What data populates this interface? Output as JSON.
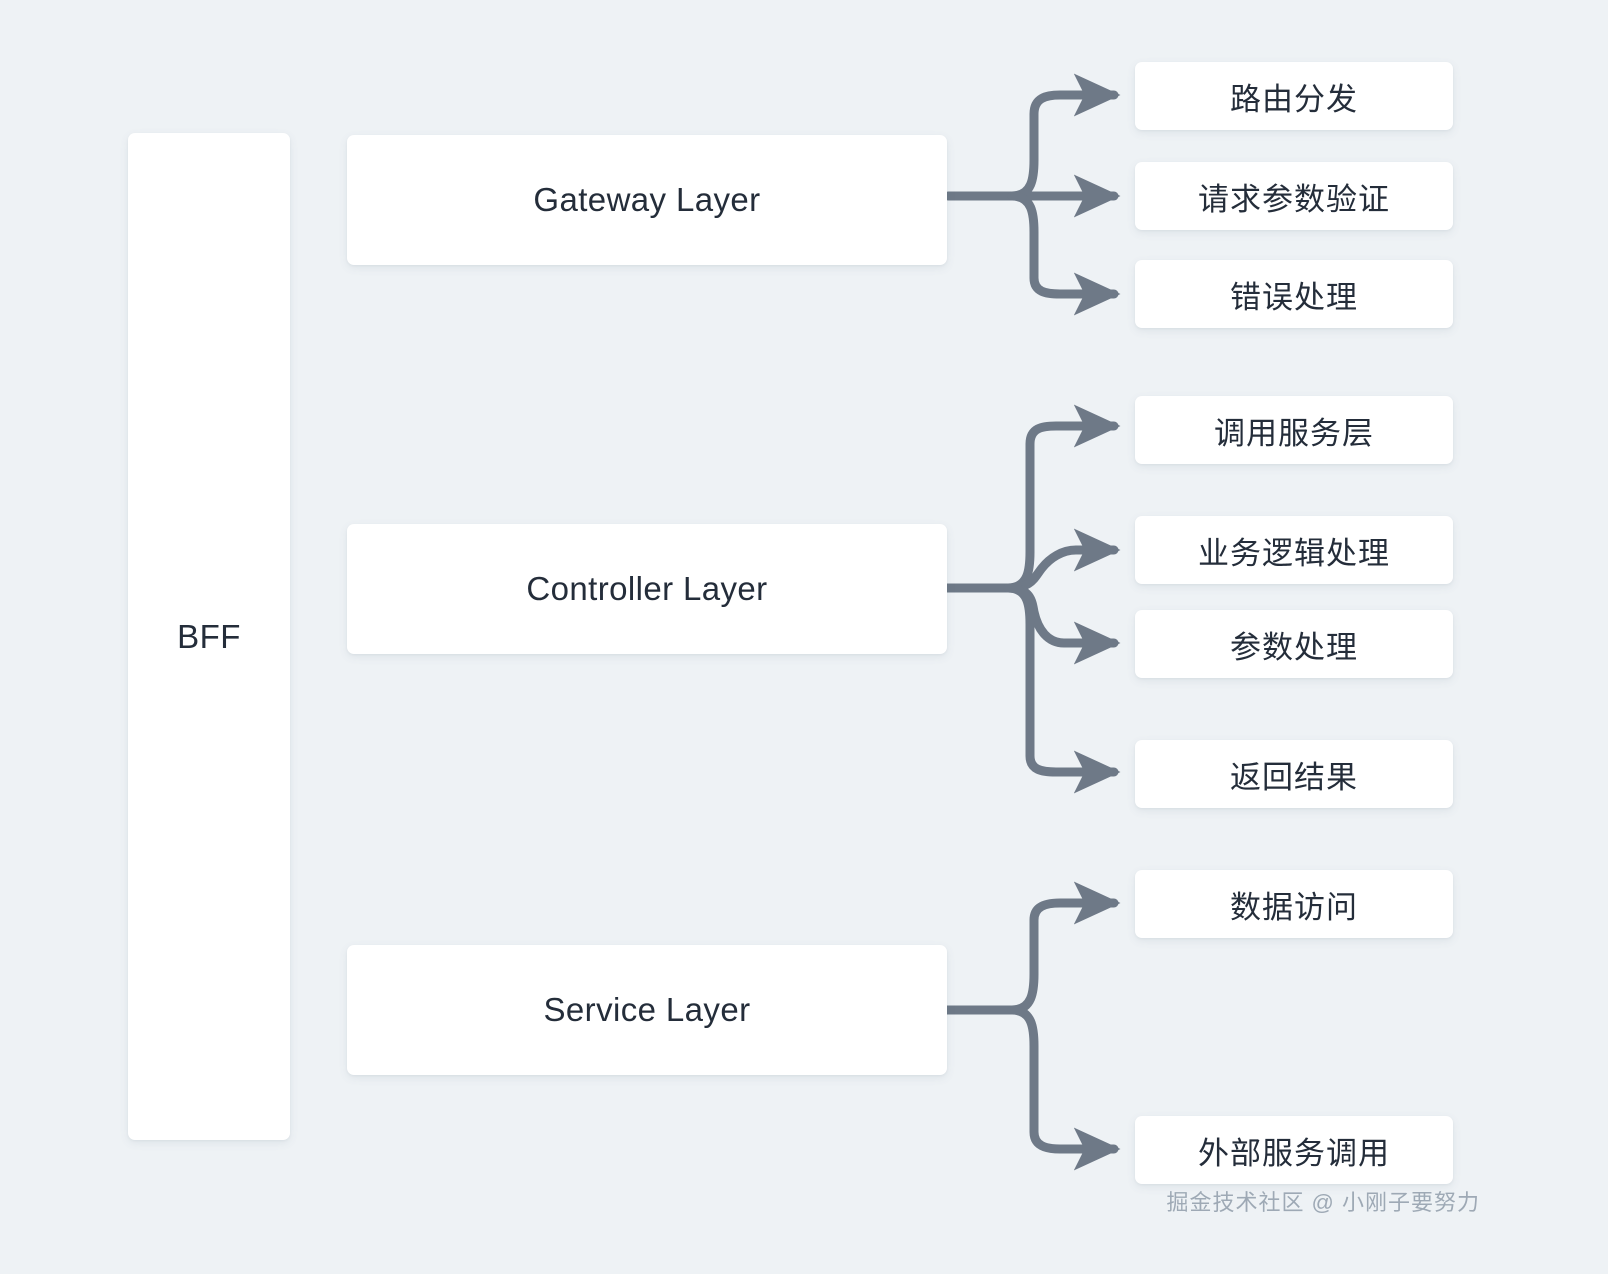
{
  "diagram": {
    "type": "tree",
    "root": {
      "label": "BFF"
    },
    "accent_color": "#6e7987",
    "node_fill": "#ffffff",
    "text_color": "#242d3a",
    "background_color": "#eef2f5",
    "grid_dot_color": "#d2d8de",
    "layers": [
      {
        "label": "Gateway Layer",
        "children": [
          {
            "label": "路由分发"
          },
          {
            "label": "请求参数验证"
          },
          {
            "label": "错误处理"
          }
        ]
      },
      {
        "label": "Controller Layer",
        "children": [
          {
            "label": "调用服务层"
          },
          {
            "label": "业务逻辑处理"
          },
          {
            "label": "参数处理"
          },
          {
            "label": "返回结果"
          }
        ]
      },
      {
        "label": "Service Layer",
        "children": [
          {
            "label": "数据访问"
          },
          {
            "label": "外部服务调用"
          }
        ]
      }
    ]
  },
  "watermark": {
    "text": "掘金技术社区 @ 小刚子要努力"
  }
}
